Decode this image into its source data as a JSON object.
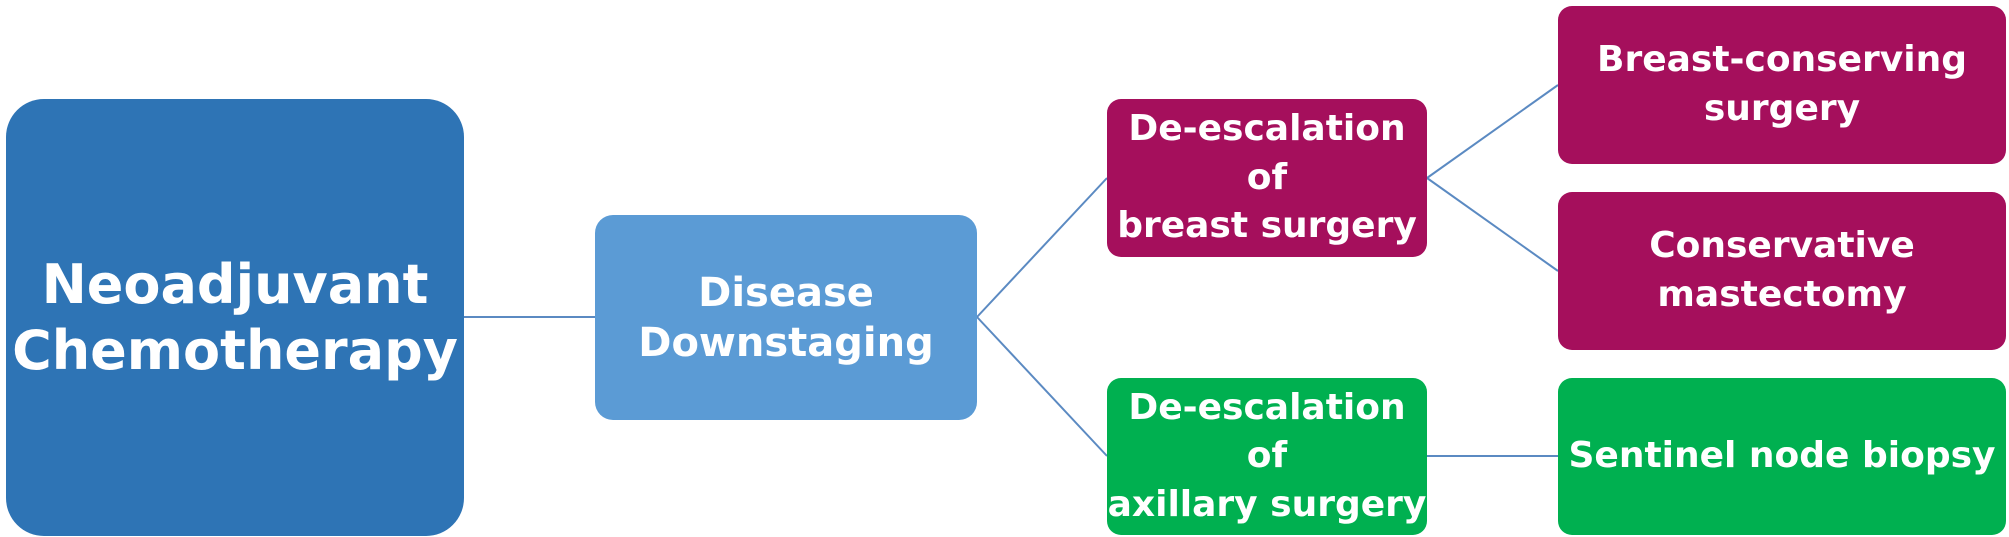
{
  "diagram": {
    "nodes": {
      "root": {
        "line1": "Neoadjuvant",
        "line2": "Chemotherapy",
        "color": "#2e74b5"
      },
      "downstaging": {
        "line1": "Disease",
        "line2": "Downstaging",
        "color": "#5b9bd5"
      },
      "breast_surgery": {
        "line1": "De-escalation of",
        "line2": "breast surgery",
        "color": "#a50f5c"
      },
      "axillary_surgery": {
        "line1": "De-escalation of",
        "line2": "axillary surgery",
        "color": "#00b050"
      },
      "breast_conserving": {
        "line1": "Breast-conserving",
        "line2": "surgery",
        "color": "#a50f5c"
      },
      "conservative_mastectomy": {
        "line1": "Conservative",
        "line2": "mastectomy",
        "color": "#a50f5c"
      },
      "sentinel_node": {
        "line1": "Sentinel node biopsy",
        "color": "#00b050"
      }
    },
    "edges": [
      [
        "root",
        "downstaging"
      ],
      [
        "downstaging",
        "breast_surgery"
      ],
      [
        "downstaging",
        "axillary_surgery"
      ],
      [
        "breast_surgery",
        "breast_conserving"
      ],
      [
        "breast_surgery",
        "conservative_mastectomy"
      ],
      [
        "axillary_surgery",
        "sentinel_node"
      ]
    ],
    "connector_color": "#5b8ac2"
  }
}
